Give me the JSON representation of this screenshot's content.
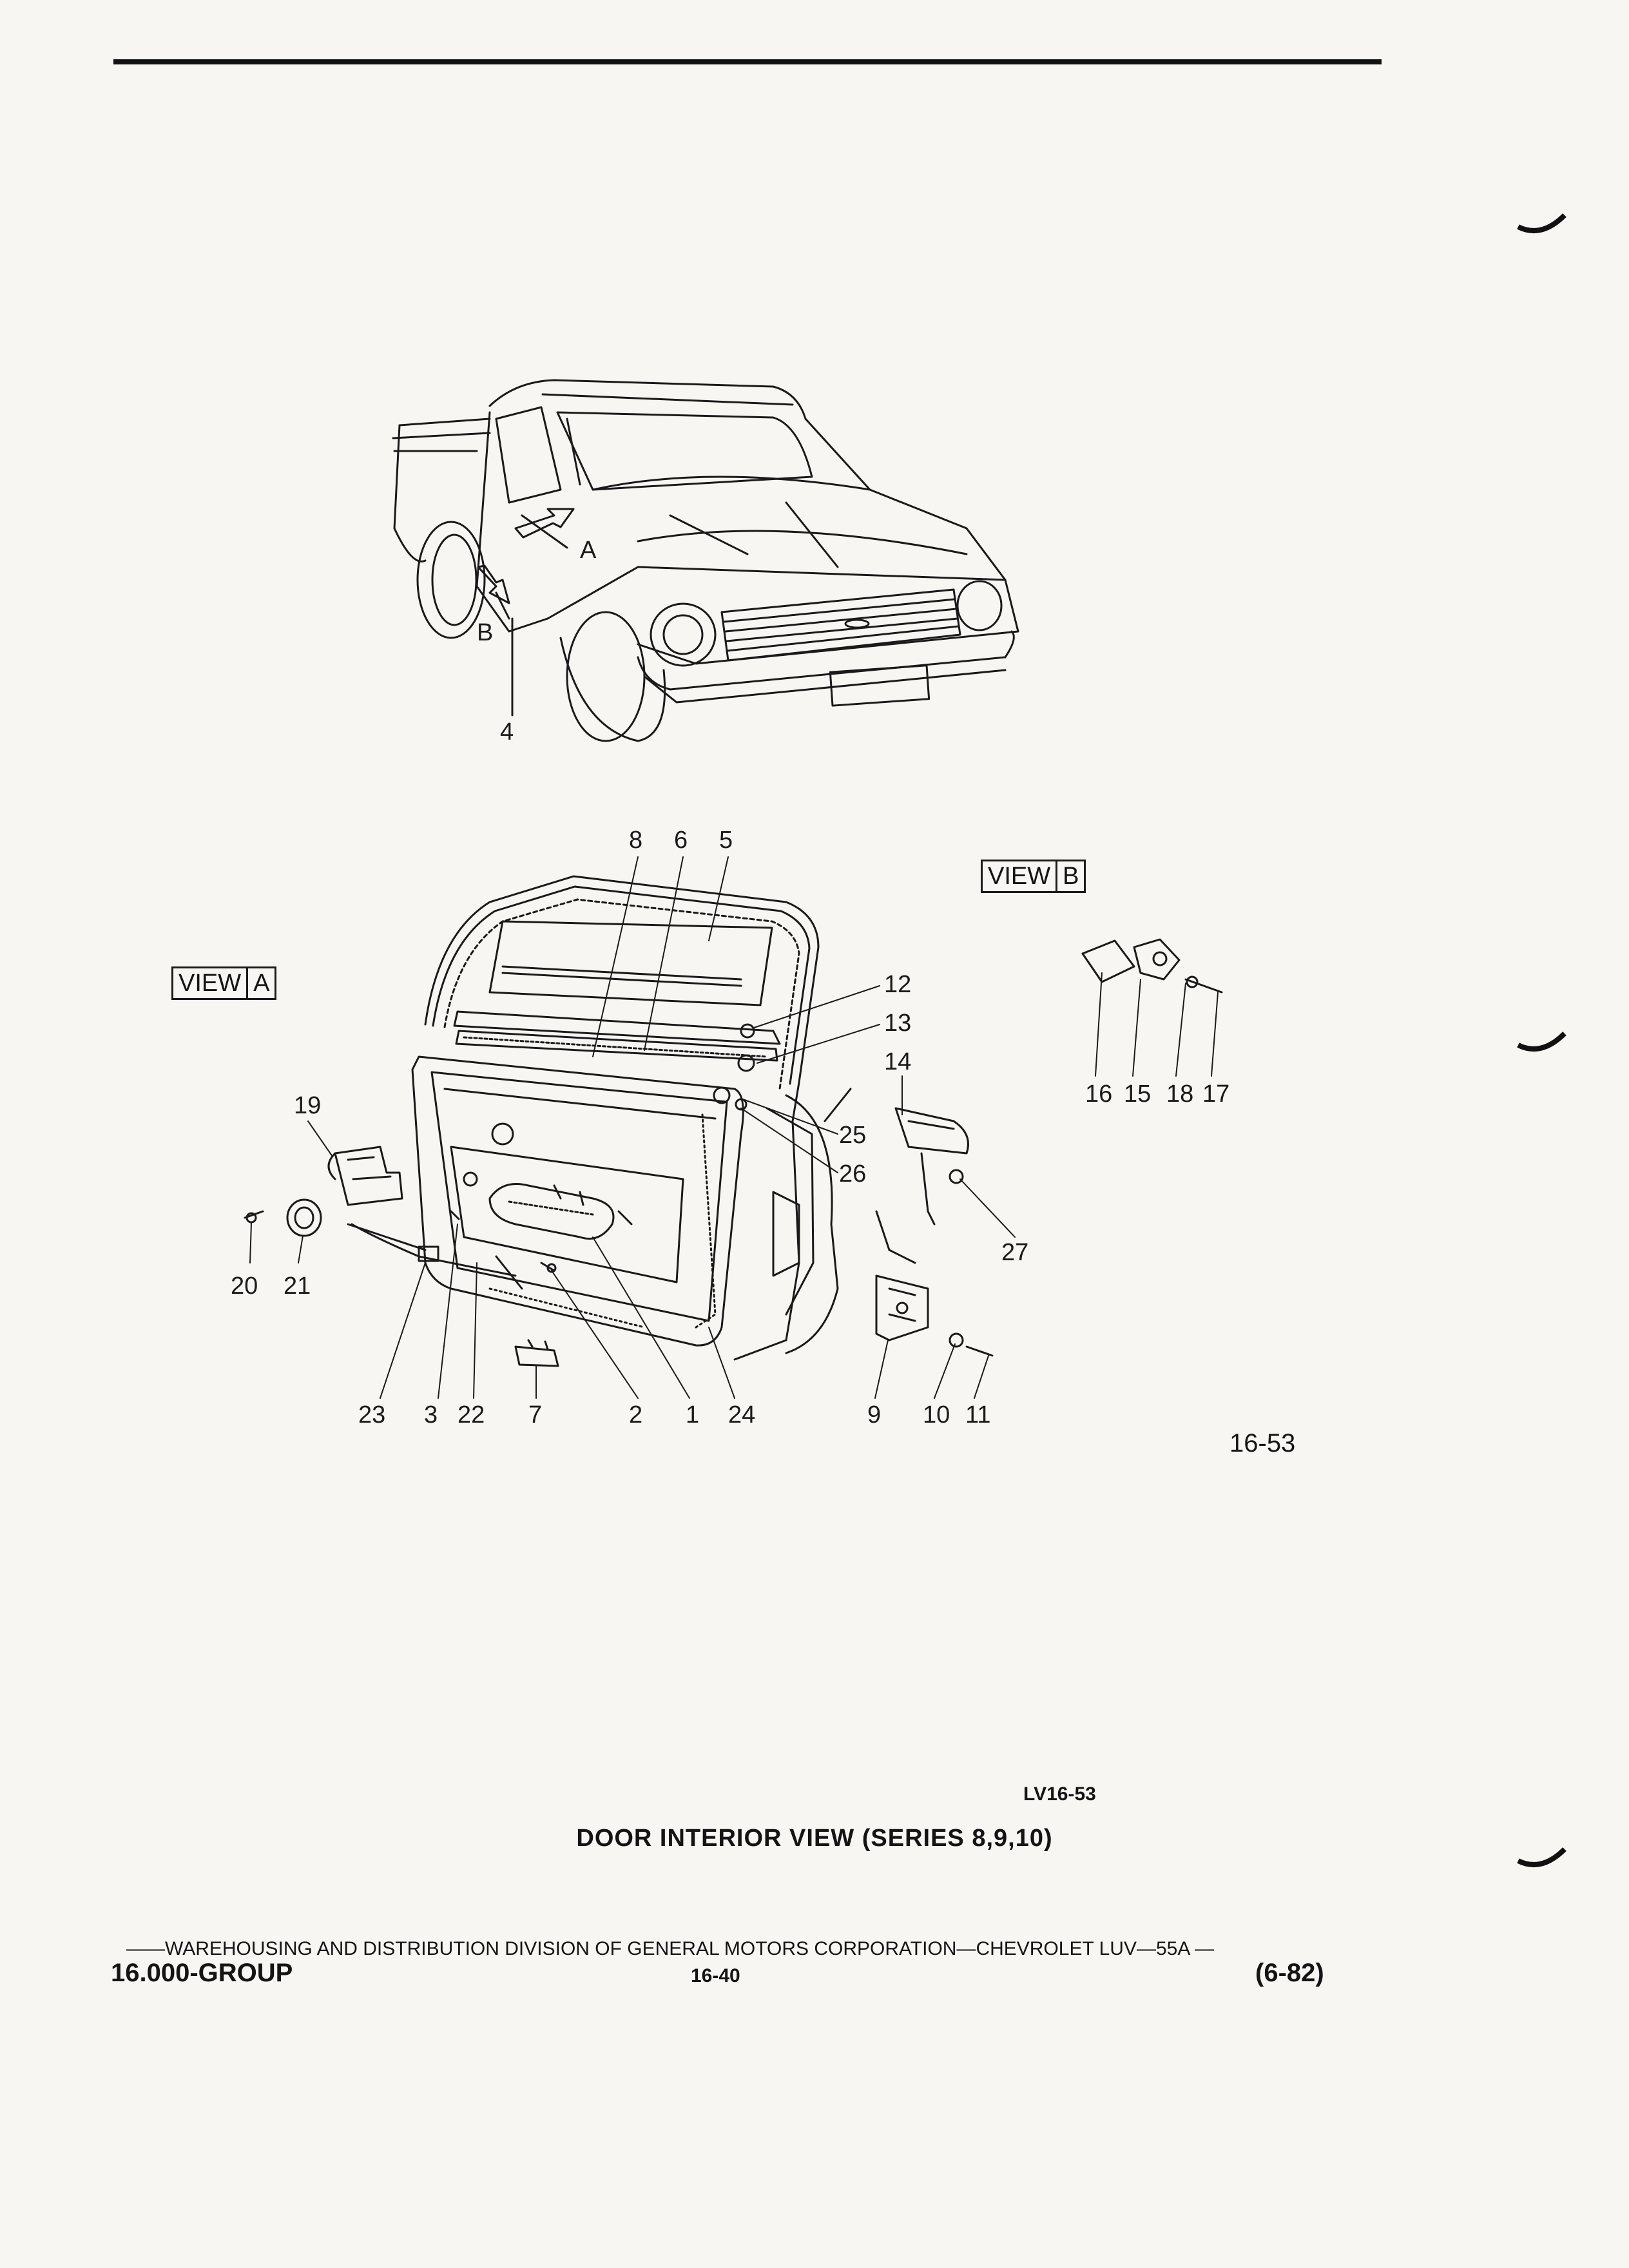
{
  "views": {
    "view_a": {
      "word": "VIEW",
      "letter": "A"
    },
    "view_b": {
      "word": "VIEW",
      "letter": "B"
    }
  },
  "truck_labels": {
    "a": "A",
    "b": "B",
    "four": "4"
  },
  "callouts": {
    "c1": "1",
    "c2": "2",
    "c3": "3",
    "c5": "5",
    "c6": "6",
    "c7": "7",
    "c8": "8",
    "c9": "9",
    "c10": "10",
    "c11": "11",
    "c12": "12",
    "c13": "13",
    "c14": "14",
    "c15": "15",
    "c16": "16",
    "c17": "17",
    "c18": "18",
    "c19": "19",
    "c20": "20",
    "c21": "21",
    "c22": "22",
    "c23": "23",
    "c24": "24",
    "c25": "25",
    "c26": "26",
    "c27": "27"
  },
  "figure_code": "16-53",
  "drawing_number": "LV16-53",
  "caption": "DOOR INTERIOR VIEW (SERIES 8,9,10)",
  "footer": {
    "publisher_line": "——WAREHOUSING AND DISTRIBUTION  DIVISION OF GENERAL MOTORS CORPORATION—CHEVROLET LUV—55A   —",
    "group": "16.000-GROUP",
    "page": "16-40",
    "date": "(6-82)"
  },
  "colors": {
    "ink": "#141414",
    "paper": "#f7f6f3"
  }
}
